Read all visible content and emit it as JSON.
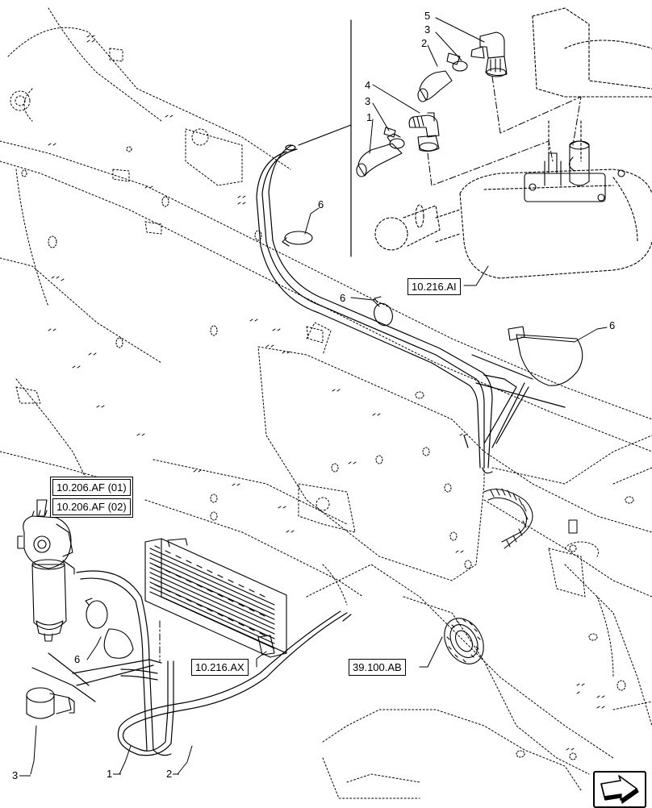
{
  "callouts": [
    "1",
    "2",
    "3",
    "4",
    "5",
    "6"
  ],
  "references": {
    "filter_ref_1": "10.206.AF (01)",
    "filter_ref_2": "10.206.AF (02)",
    "tank_ref": "10.216.AI",
    "cooler_ref": "10.216.AX",
    "harness_ref": "39.100.AB"
  },
  "nav": {
    "icon": "arrow-icon"
  }
}
